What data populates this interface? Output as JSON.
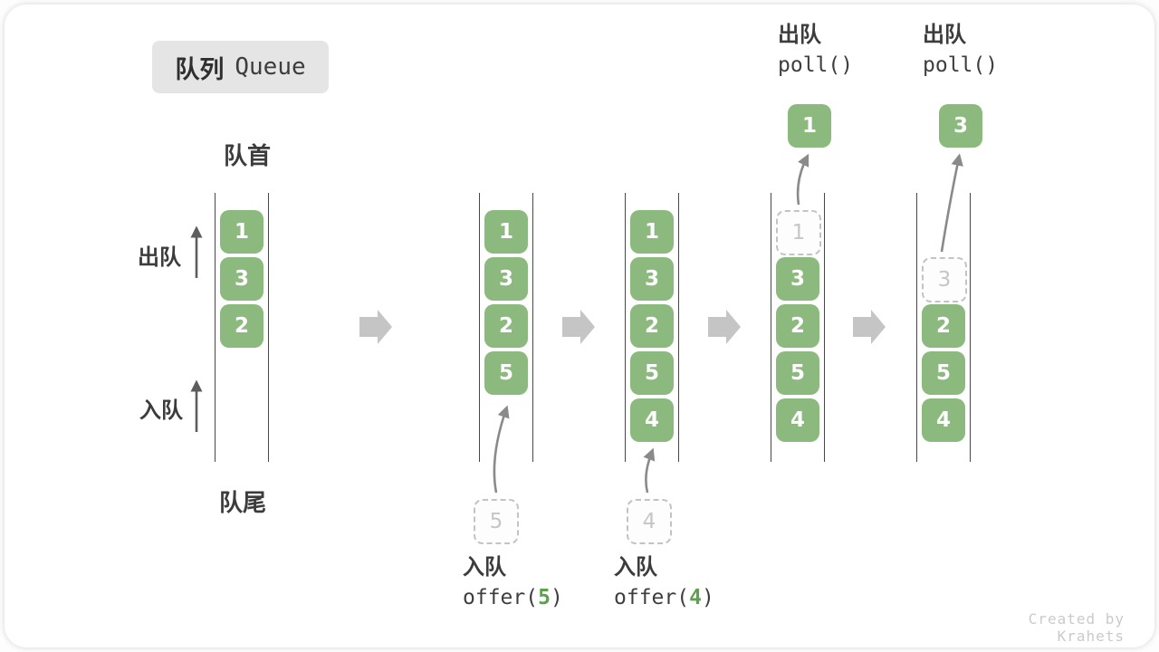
{
  "title": {
    "zh": "队列",
    "en": "Queue"
  },
  "side_labels": {
    "front": "队首",
    "rear": "队尾",
    "dequeue": "出队",
    "enqueue": "入队"
  },
  "colors": {
    "cell_green": "#8bb97e",
    "cell_text": "#ffffff",
    "accent_green": "#5e9f51",
    "dashed_border": "#c3c3c3",
    "dashed_text": "#c6c6c6",
    "label_text": "#3c3c3c",
    "column_line": "#474747",
    "block_arrow": "#c5c5c5",
    "curve_arrow": "#8a8a8a",
    "title_bg": "#e5e5e5",
    "watermark": "#cacaca"
  },
  "states": [
    {
      "name": "initial",
      "cells": [
        {
          "value": "1",
          "row": 1,
          "dashed": false
        },
        {
          "value": "3",
          "row": 2,
          "dashed": false
        },
        {
          "value": "2",
          "row": 3,
          "dashed": false
        }
      ]
    },
    {
      "name": "after-offer-5",
      "cells": [
        {
          "value": "1",
          "row": 1,
          "dashed": false
        },
        {
          "value": "3",
          "row": 2,
          "dashed": false
        },
        {
          "value": "2",
          "row": 3,
          "dashed": false
        },
        {
          "value": "5",
          "row": 4,
          "dashed": false
        }
      ],
      "staged": {
        "value": "5"
      },
      "op": {
        "label": "入队",
        "code_before": "offer(",
        "code_accent": "5",
        "code_after": ")"
      }
    },
    {
      "name": "after-offer-4",
      "cells": [
        {
          "value": "1",
          "row": 1,
          "dashed": false
        },
        {
          "value": "3",
          "row": 2,
          "dashed": false
        },
        {
          "value": "2",
          "row": 3,
          "dashed": false
        },
        {
          "value": "5",
          "row": 4,
          "dashed": false
        },
        {
          "value": "4",
          "row": 5,
          "dashed": false
        }
      ],
      "staged": {
        "value": "4"
      },
      "op": {
        "label": "入队",
        "code_before": "offer(",
        "code_accent": "4",
        "code_after": ")"
      }
    },
    {
      "name": "after-poll-1",
      "cells": [
        {
          "value": "1",
          "row": 1,
          "dashed": true
        },
        {
          "value": "3",
          "row": 2,
          "dashed": false
        },
        {
          "value": "2",
          "row": 3,
          "dashed": false
        },
        {
          "value": "5",
          "row": 4,
          "dashed": false
        },
        {
          "value": "4",
          "row": 5,
          "dashed": false
        }
      ],
      "result": {
        "value": "1"
      },
      "op": {
        "label": "出队",
        "code_before": "poll()",
        "code_accent": "",
        "code_after": ""
      }
    },
    {
      "name": "after-poll-3",
      "cells": [
        {
          "value": "3",
          "row": 2,
          "dashed": true
        },
        {
          "value": "2",
          "row": 3,
          "dashed": false
        },
        {
          "value": "5",
          "row": 4,
          "dashed": false
        },
        {
          "value": "4",
          "row": 5,
          "dashed": false
        }
      ],
      "result": {
        "value": "3"
      },
      "op": {
        "label": "出队",
        "code_before": "poll()",
        "code_accent": "",
        "code_after": ""
      }
    }
  ],
  "watermark": "Created by Krahets"
}
